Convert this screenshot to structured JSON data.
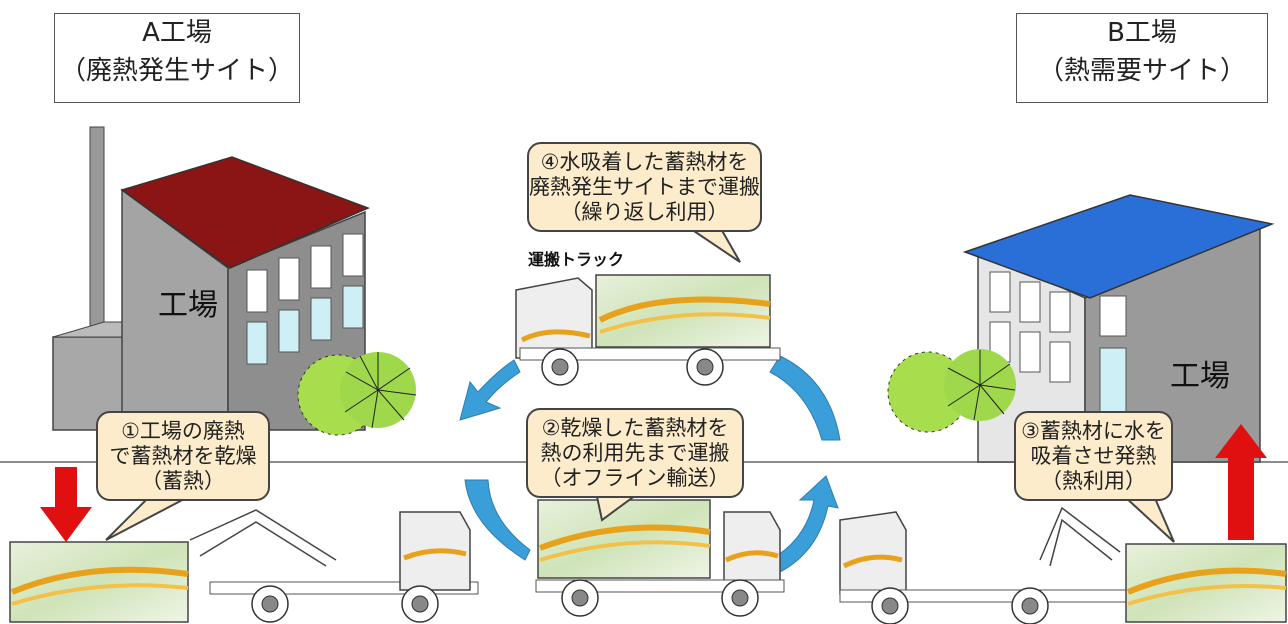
{
  "siteA": {
    "title": "A工場",
    "subtitle": "（廃熱発生サイト）"
  },
  "siteB": {
    "title": "B工場",
    "subtitle": "（熱需要サイト）"
  },
  "factory_label": "工場",
  "truck_label": "運搬トラック",
  "bubbles": {
    "step1": [
      "①工場の廃熱",
      "で蓄熱材を乾燥",
      "（蓄熱）"
    ],
    "step2": [
      "②乾燥した蓄熱材を",
      "熱の利用先まで運搬",
      "（オフライン輸送）"
    ],
    "step3": [
      "③蓄熱材に水を",
      "吸着させ発熱",
      "（熱利用）"
    ],
    "step4": [
      "④水吸着した蓄熱材を",
      "廃熱発生サイトまで運搬",
      "（繰り返し利用）"
    ]
  },
  "colors": {
    "roofA": "#8b1414",
    "roofB": "#2a6fd8",
    "arrow_red": "#e01010",
    "cycle_arrow": "#3a9fd8",
    "bubble_fill": "#fdeccb",
    "bush": "#9fd84a"
  }
}
